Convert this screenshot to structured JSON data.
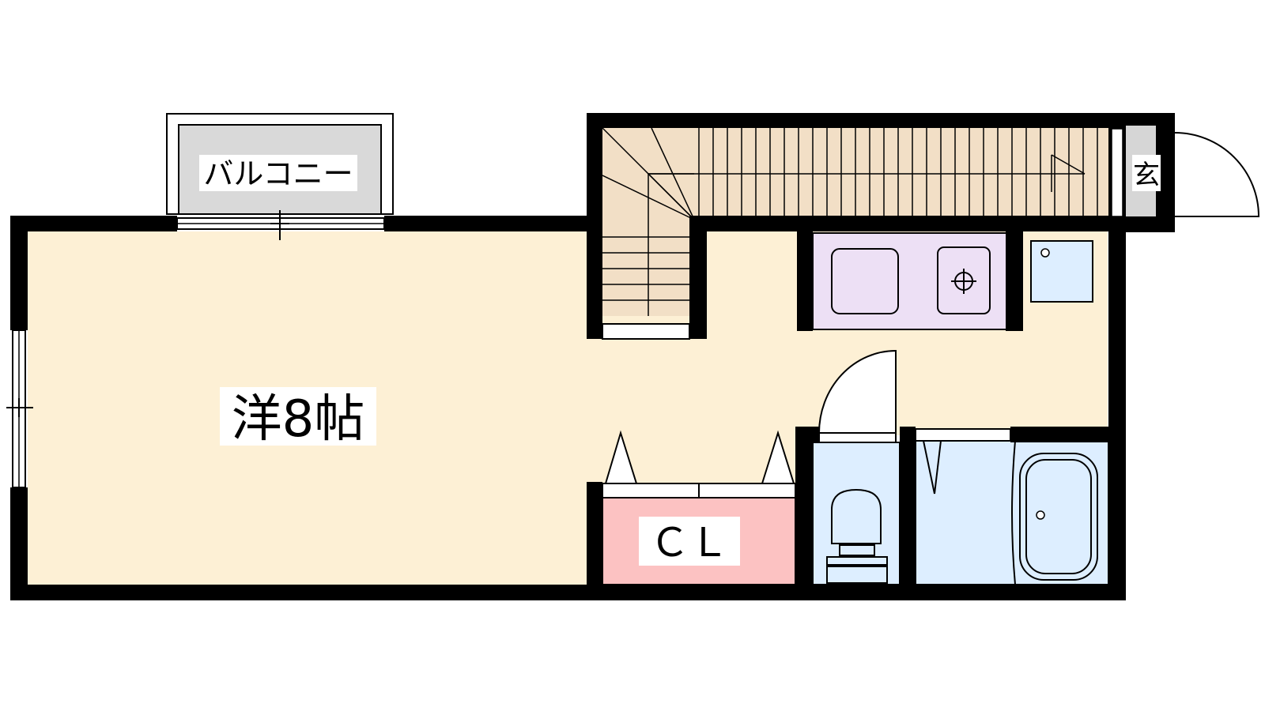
{
  "rooms": {
    "balcony": "バルコニー",
    "western_room": "洋8帖",
    "closet": "ＣＬ",
    "entrance": "玄"
  },
  "colors": {
    "wall": "#000000",
    "floor_room": "#fdf0d5",
    "stairs": "#f2dfc6",
    "balcony": "#d9d9d9",
    "kitchen": "#ede0f5",
    "wet_area": "#ddeeff",
    "closet": "#fcc2c2",
    "entrance": "#d6d6d6"
  }
}
